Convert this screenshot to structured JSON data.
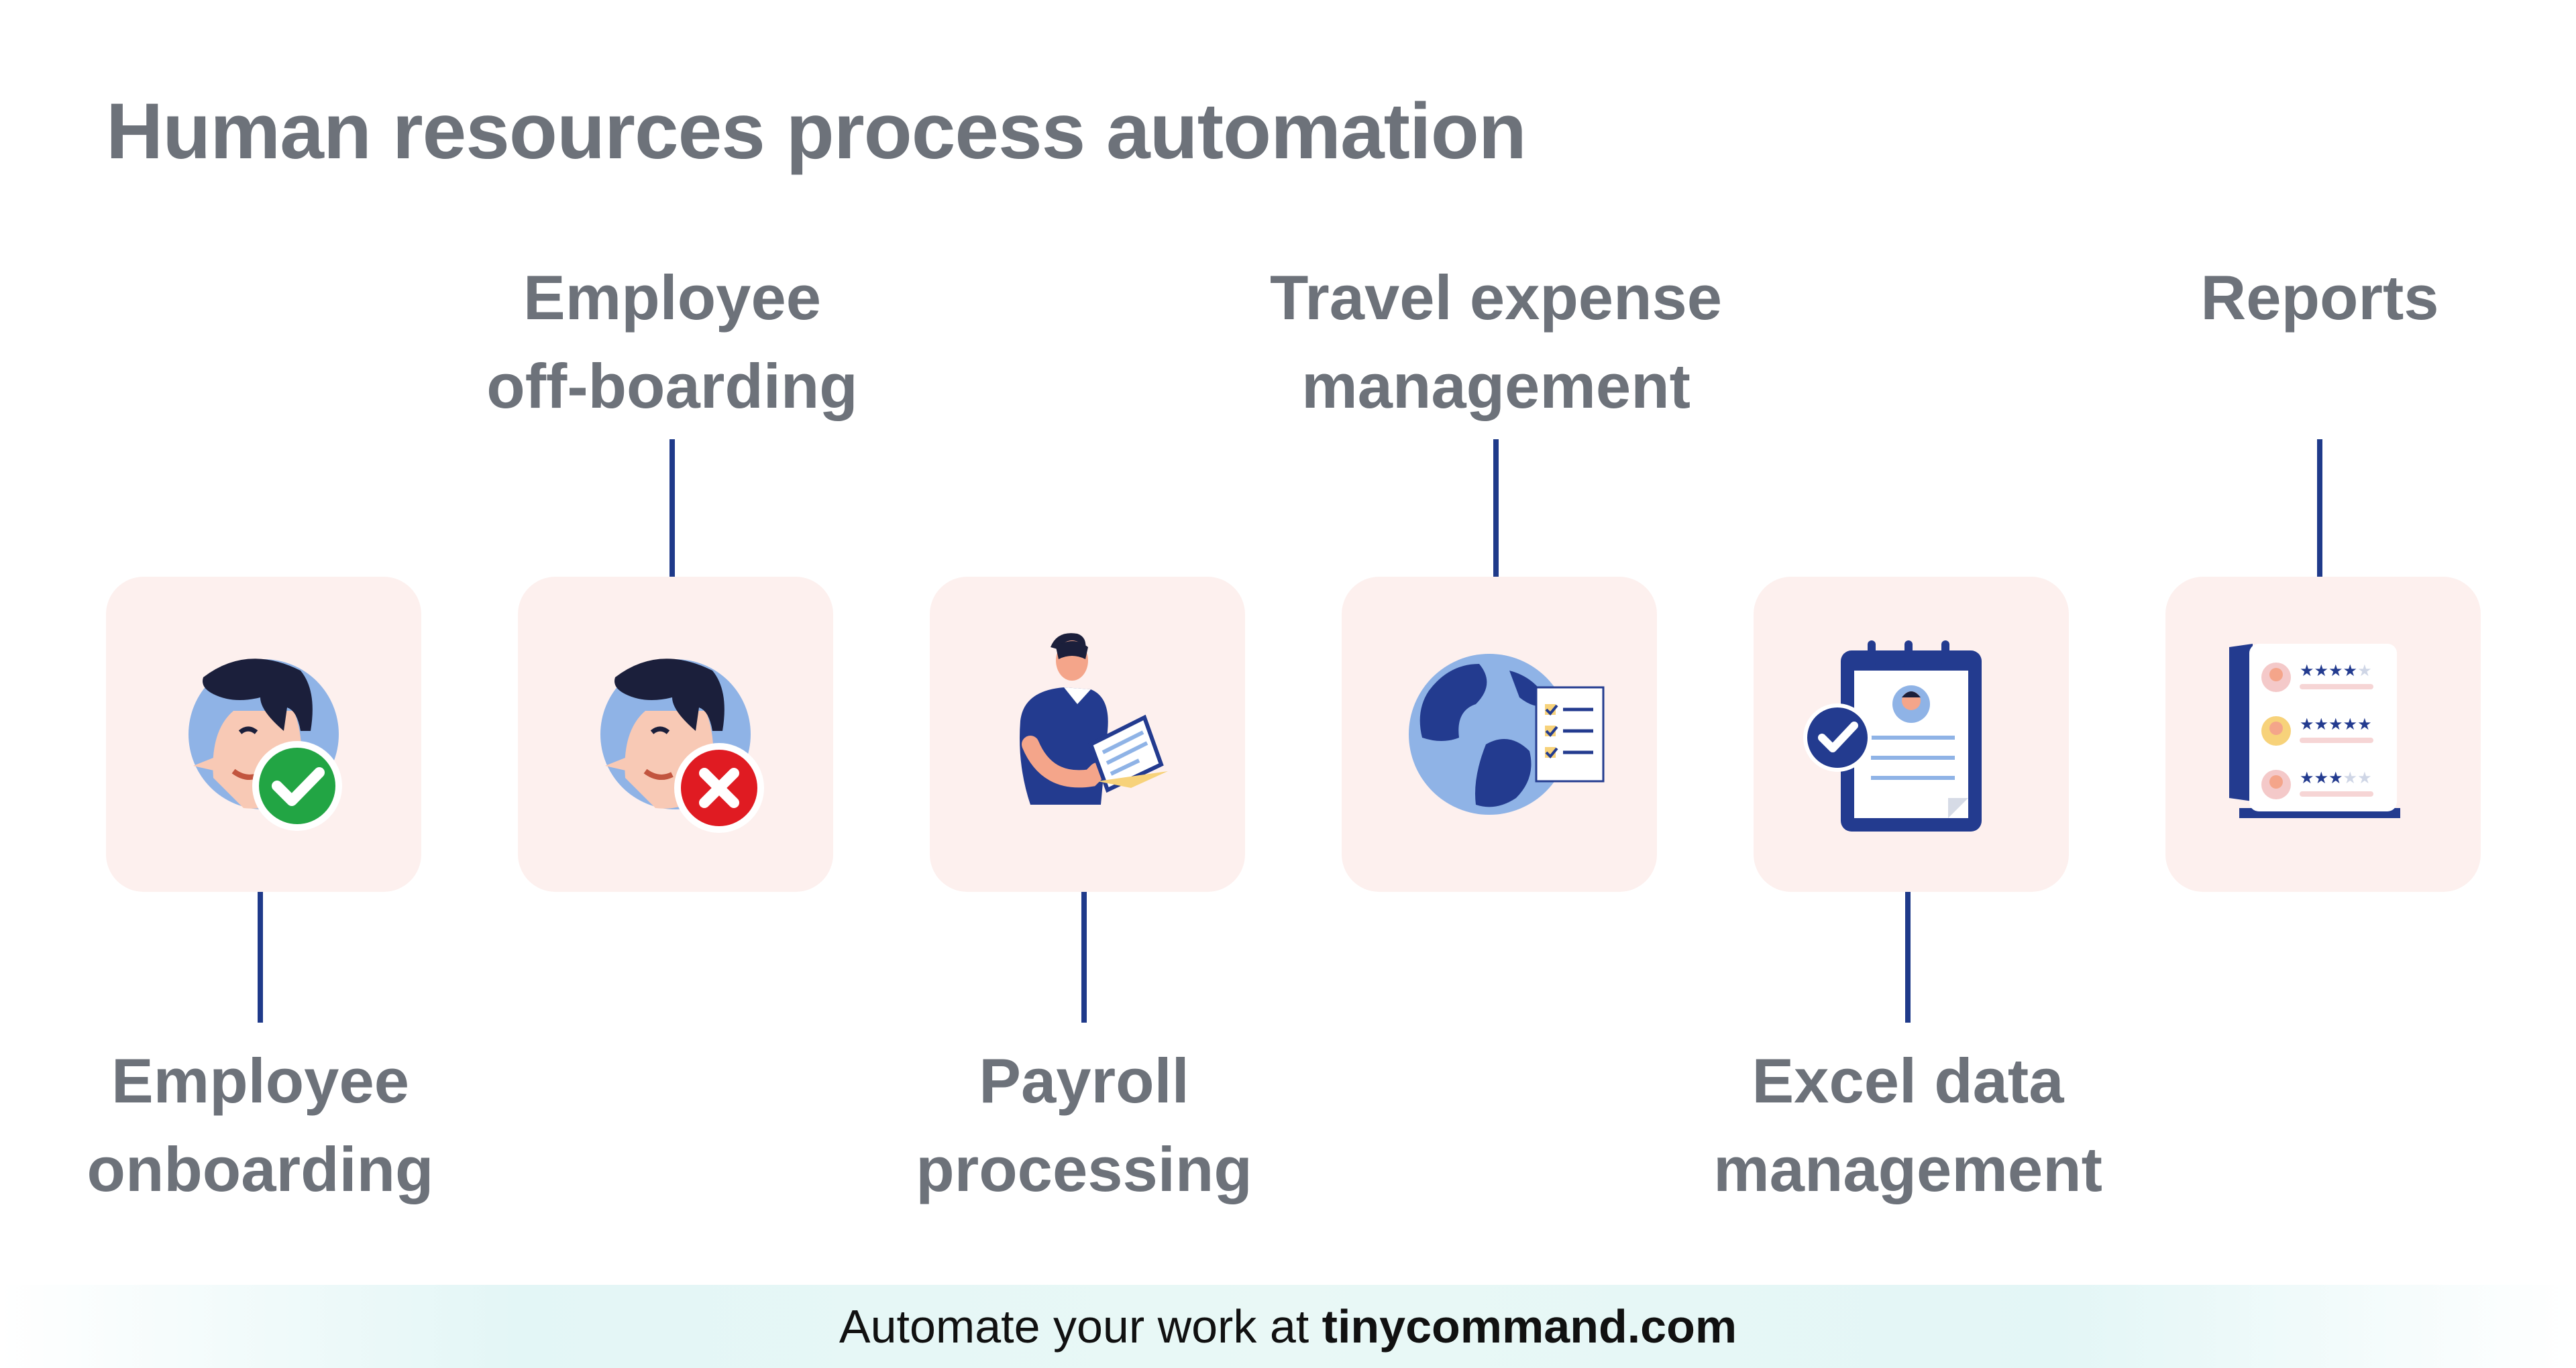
{
  "title": "Human resources process automation",
  "accent_color": "#1f3a8a",
  "card_color": "#fdf0ee",
  "steps": [
    {
      "line1": "Employee",
      "line2": "onboarding",
      "icon": "person-check-icon"
    },
    {
      "line1": "Employee",
      "line2": "off-boarding",
      "icon": "person-cross-icon"
    },
    {
      "line1": "Payroll",
      "line2": "processing",
      "icon": "person-document-icon"
    },
    {
      "line1": "Travel expense",
      "line2": "management",
      "icon": "globe-checklist-icon"
    },
    {
      "line1": "Excel data",
      "line2": "management",
      "icon": "clipboard-check-icon"
    },
    {
      "line1": "Reports",
      "line2": "",
      "icon": "ratings-report-icon"
    }
  ],
  "footer": {
    "prefix": "Automate your work at ",
    "brand": "tinycommand.com"
  }
}
